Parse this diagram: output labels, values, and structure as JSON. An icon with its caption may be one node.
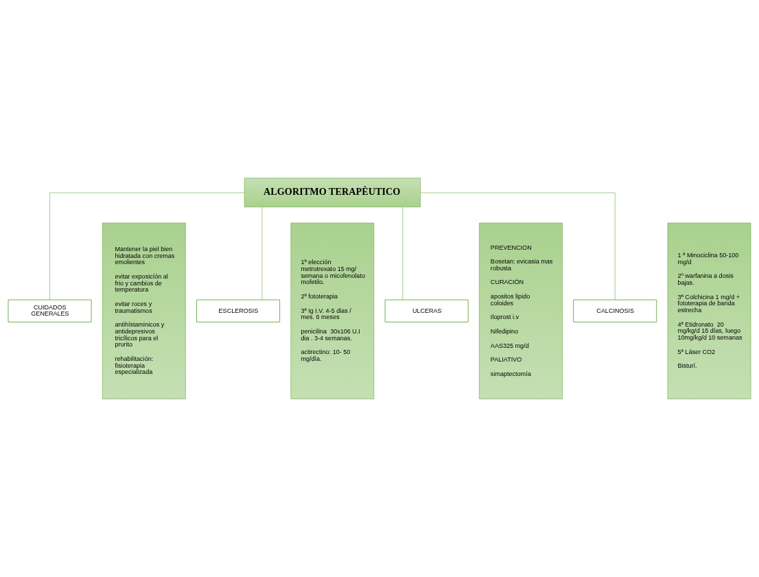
{
  "diagram": {
    "nodes": [
      {
        "text": [
          "ALGORITMO TERAPÈUTICO"
        ]
      },
      {
        "text": [
          "CUIDADOS GENERALES"
        ]
      },
      {
        "text": [
          "Mantener la piel bien hidratada con cremas emolientes",
          "evitar exposicíón al frio y cambios de temperatura",
          "evitar roces y traumatismos",
          "antihístaminicos y antidepresivos tricílicos para el prurito",
          "rehabilitación: fisioterapia especializada"
        ]
      },
      {
        "text": [
          "ESCLEROSIS"
        ]
      },
      {
        "text": [
          "1ª elección metrotrexato 15 mg/ semana o micofenolato mofetilo.",
          "2ª fototerapia",
          "3ª Ig I.V. 4-5 dias / mes. 6 meses",
          "penicilina  30x106 U.I  dia . 3-4 semanas.",
          "acitrectino: 10- 50 mg/día."
        ]
      },
      {
        "text": [
          "ULCERAS"
        ]
      },
      {
        "text": [
          "PREVENCION",
          "Bosetan: evicasia mas robusta",
          "CURACIÓN",
          "apositos lipido coloides",
          "Iloprost i.v",
          "Nifedipino",
          "AAS325 mg/d",
          "PALIATIVO",
          "simaptectomía"
        ]
      },
      {
        "text": [
          "CALCINOSIS"
        ]
      },
      {
        "text": [
          "1 ª Minociclina 50-100 mg/d",
          "2º warfanina a dosis bajas.",
          "3ª Colchicina 1 mg/d + fototerapia de banda estrecha",
          "4ª Etidronato  20 mg/kg/d 15 días, luego 10mg/kg/d 10 semanas",
          "5ª Láser CO2",
          "Bisturí."
        ]
      }
    ],
    "edges": [
      {
        "from": 0,
        "to": 1,
        "arrow": "none"
      },
      {
        "from": 0,
        "to": 3,
        "arrow": "none"
      },
      {
        "from": 0,
        "to": 5,
        "arrow": "none"
      },
      {
        "from": 0,
        "to": 7,
        "arrow": "none"
      }
    ]
  }
}
